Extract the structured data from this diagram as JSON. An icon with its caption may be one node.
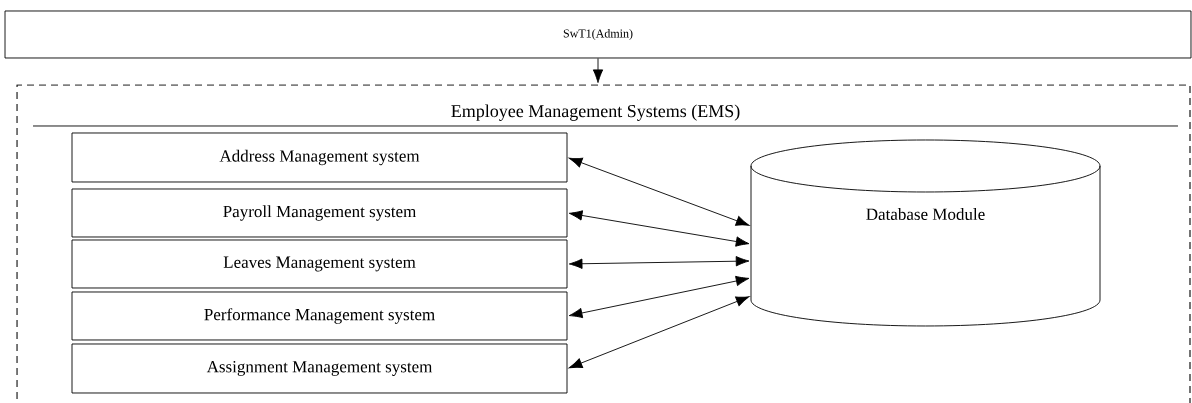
{
  "diagram": {
    "nodes": [
      {
        "text": [
          "SwT1(Admin)"
        ]
      },
      {
        "text": [
          "Employee Management Systems (EMS)"
        ]
      },
      {
        "text": [
          "Address Management system"
        ],
        "in": 1
      },
      {
        "text": [
          "Payroll Management system"
        ],
        "in": 1
      },
      {
        "text": [
          "Leaves Management system"
        ],
        "in": 1
      },
      {
        "text": [
          "Performance Management system"
        ],
        "in": 1
      },
      {
        "text": [
          "Assignment Management system"
        ],
        "in": 1
      },
      {
        "text": [
          "Database Module"
        ],
        "in": 1
      }
    ],
    "edges": [
      {
        "from": 0,
        "to": 1,
        "arrow": "to"
      },
      {
        "from": 2,
        "to": 7,
        "arrow": "both"
      },
      {
        "from": 3,
        "to": 7,
        "arrow": "both"
      },
      {
        "from": 4,
        "to": 7,
        "arrow": "both"
      },
      {
        "from": 5,
        "to": 7,
        "arrow": "both"
      },
      {
        "from": 6,
        "to": 7,
        "arrow": "both"
      }
    ]
  }
}
